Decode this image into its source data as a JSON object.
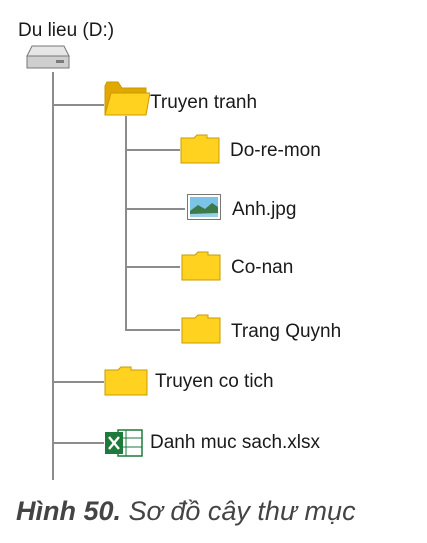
{
  "tree": {
    "root": {
      "label": "Du lieu (D:)",
      "icon": "drive-icon"
    },
    "items": [
      {
        "label": "Truyen tranh",
        "icon": "folder-icon",
        "children": [
          {
            "label": "Do-re-mon",
            "icon": "folder-icon"
          },
          {
            "label": "Anh.jpg",
            "icon": "image-file-icon"
          },
          {
            "label": "Co-nan",
            "icon": "folder-icon"
          },
          {
            "label": "Trang Quynh",
            "icon": "folder-icon"
          }
        ]
      },
      {
        "label": "Truyen co tich",
        "icon": "folder-icon"
      },
      {
        "label": "Danh muc sach.xlsx",
        "icon": "excel-file-icon"
      }
    ]
  },
  "caption": {
    "number": "Hình 50.",
    "text": "Sơ đồ cây thư mục"
  },
  "colors": {
    "folder": "#f5c518",
    "folder_edge": "#c99a00",
    "line": "#8c8c8c",
    "excel": "#1e7a3c"
  }
}
